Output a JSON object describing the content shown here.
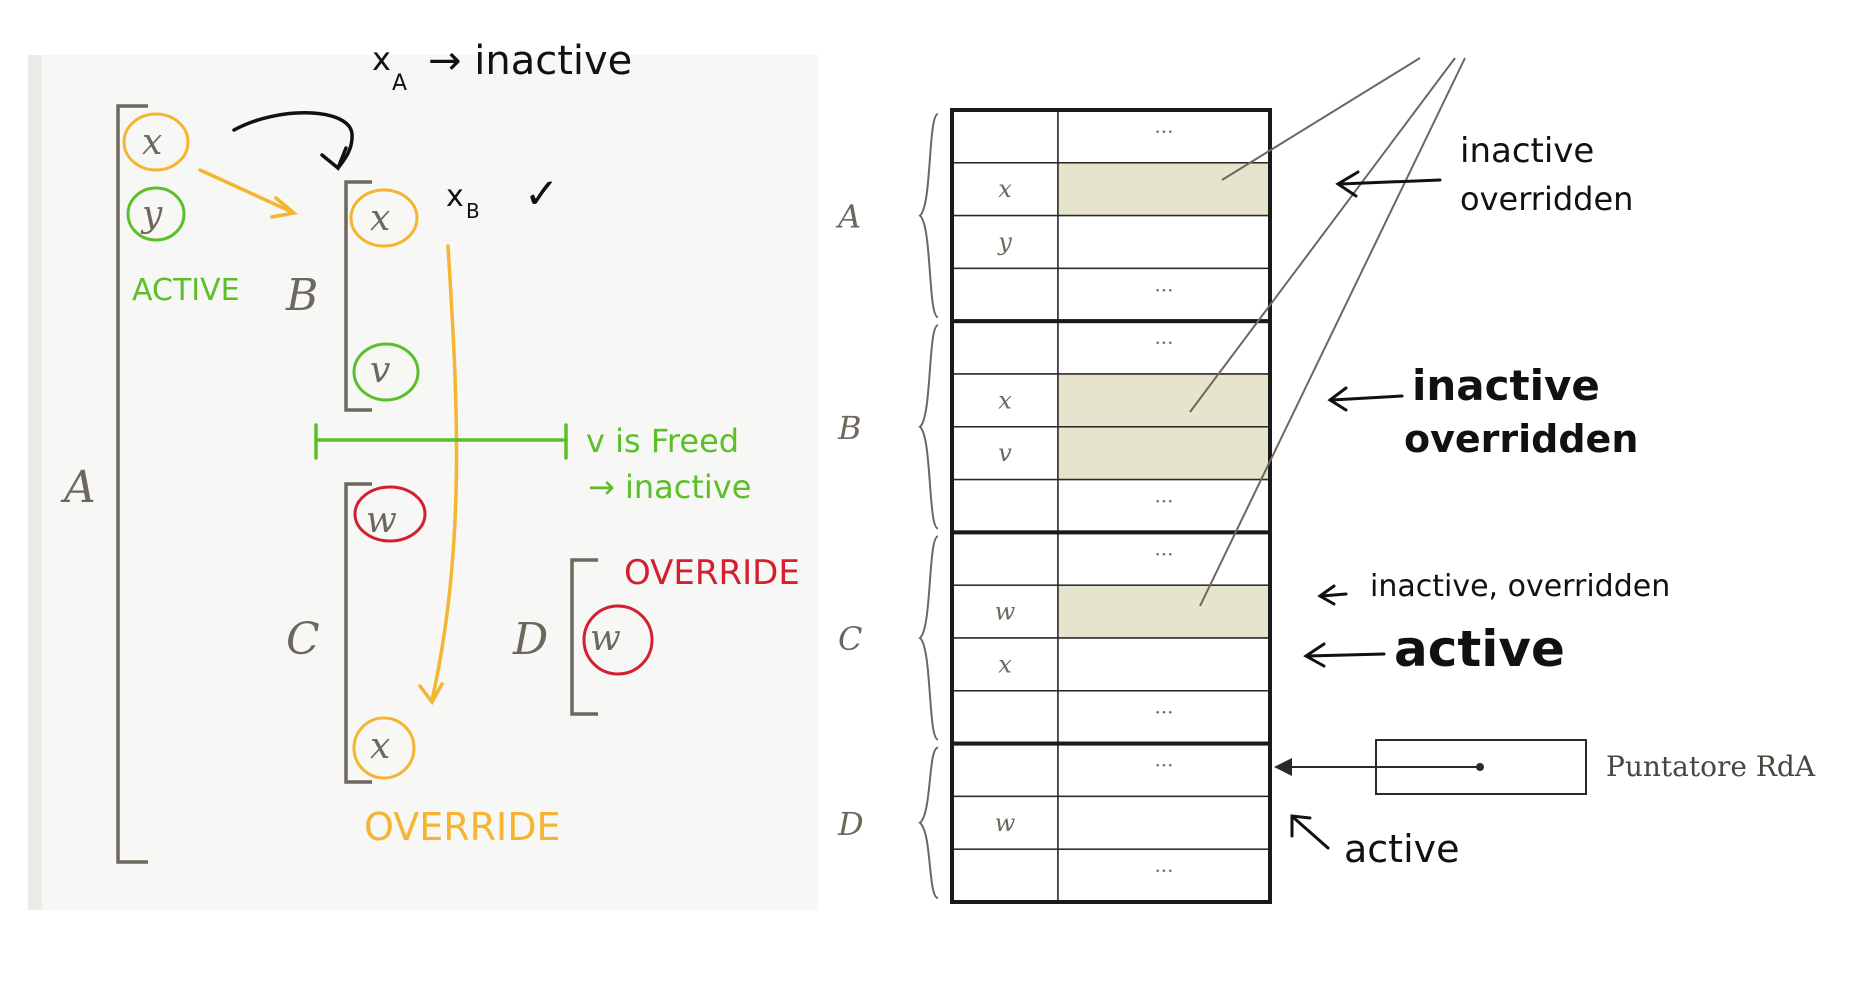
{
  "left_diagram": {
    "blocks": [
      {
        "label": "A",
        "vars": [
          "x",
          "y"
        ]
      },
      {
        "label": "B",
        "vars": [
          "x",
          "v"
        ]
      },
      {
        "label": "C",
        "vars": [
          "w",
          "x"
        ]
      },
      {
        "label": "D",
        "vars": [
          "w"
        ]
      }
    ],
    "annotations": {
      "xa_inactive": "x",
      "xa_sub": "A",
      "xa_arrow_text": "→ inactive",
      "xb": "x",
      "xb_sub": "B",
      "xb_check": "✓",
      "y_active": "ACTIVE",
      "v_freed_1": "v is Freed",
      "v_freed_2": "→ inactive",
      "override_red": "OVERRIDE",
      "override_orange": "OVERRIDE"
    }
  },
  "right_diagram": {
    "groups": [
      {
        "label": "A",
        "rows": [
          [
            "",
            "···"
          ],
          [
            "x",
            ""
          ],
          [
            "y",
            ""
          ],
          [
            "",
            "···"
          ]
        ]
      },
      {
        "label": "B",
        "rows": [
          [
            "",
            "···"
          ],
          [
            "x",
            ""
          ],
          [
            "v",
            ""
          ],
          [
            "",
            "···"
          ]
        ]
      },
      {
        "label": "C",
        "rows": [
          [
            "",
            "···"
          ],
          [
            "w",
            ""
          ],
          [
            "x",
            ""
          ],
          [
            "",
            "···"
          ]
        ]
      },
      {
        "label": "D",
        "rows": [
          [
            "",
            "···"
          ],
          [
            "w",
            ""
          ],
          [
            "",
            "···"
          ]
        ]
      }
    ],
    "pointer_label": "Puntatore RdA",
    "notes": {
      "a_inactive": "inactive",
      "a_overridden": "overridden",
      "b_inactive": "inactive",
      "b_overridden": "overridden",
      "c_inactive": "inactive, overridden",
      "c_active": "active",
      "d_active": "active"
    }
  },
  "colors": {
    "orange": "#f5b532",
    "green": "#5cbf2a",
    "red": "#d3202f",
    "black": "#111111",
    "scan_text": "#6e675c",
    "highlight": "#e6e4cc"
  }
}
